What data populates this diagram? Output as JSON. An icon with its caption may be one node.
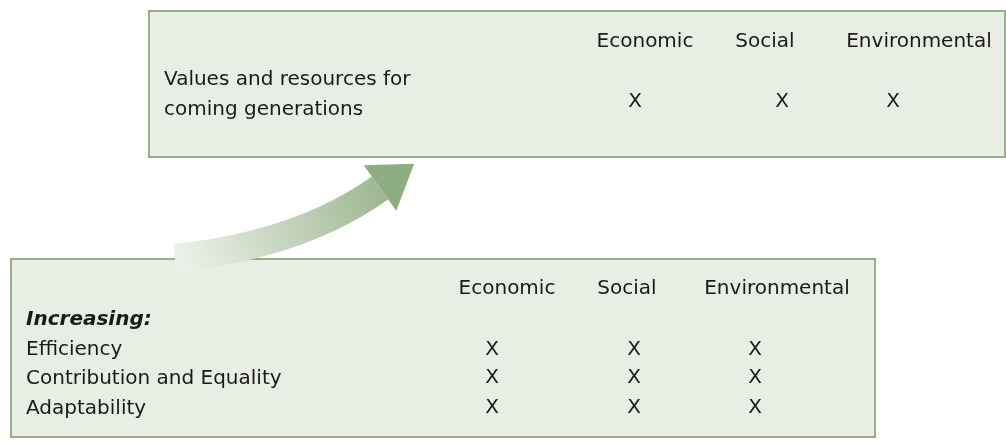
{
  "diagram": {
    "nodes": [
      {
        "text": [
          "Values and resources for coming generations"
        ]
      },
      {
        "text": [
          "Increasing:",
          "Efficiency",
          "Contribution and Equality",
          "Adaptability"
        ]
      }
    ],
    "edges": [
      {
        "from": 1,
        "to": 0,
        "arrow": "to"
      }
    ],
    "labels": [
      "Economic",
      "Social",
      "Environmental",
      "X",
      "X",
      "X",
      "Economic",
      "Social",
      "Environmental",
      "X",
      "X",
      "X",
      "X",
      "X",
      "X",
      "X",
      "X",
      "X"
    ]
  }
}
